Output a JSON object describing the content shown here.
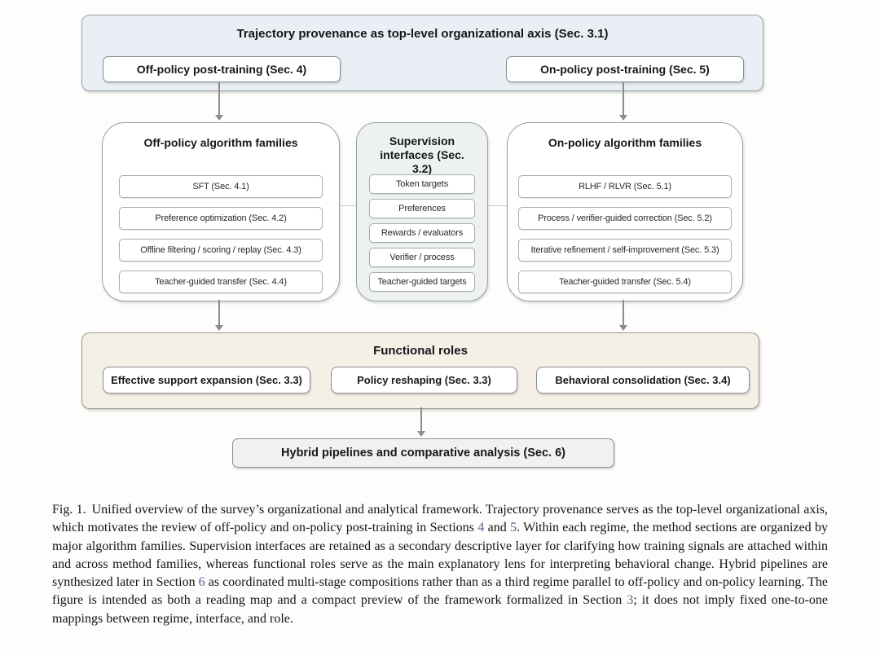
{
  "diagram": {
    "top": {
      "title": "Trajectory provenance as top-level organizational axis (Sec. 3.1)",
      "left_box": "Off-policy post-training (Sec. 4)",
      "right_box": "On-policy post-training (Sec. 5)",
      "bg": "#e9eff5"
    },
    "off_policy": {
      "title": "Off-policy algorithm families",
      "items": [
        "SFT (Sec. 4.1)",
        "Preference optimization (Sec. 4.2)",
        "Offline filtering / scoring / replay (Sec. 4.3)",
        "Teacher-guided transfer (Sec. 4.4)"
      ]
    },
    "supervision": {
      "title": "Supervision interfaces (Sec. 3.2)",
      "items": [
        "Token targets",
        "Preferences",
        "Rewards / evaluators",
        "Verifier / process",
        "Teacher-guided targets"
      ],
      "bg": "#edf2ee"
    },
    "on_policy": {
      "title": "On-policy algorithm families",
      "items": [
        "RLHF / RLVR (Sec. 5.1)",
        "Process / verifier-guided correction (Sec. 5.2)",
        "Iterative refinement / self-improvement (Sec. 5.3)",
        "Teacher-guided transfer (Sec. 5.4)"
      ]
    },
    "functional_roles": {
      "title": "Functional roles",
      "items": [
        "Effective support expansion (Sec. 3.3)",
        "Policy reshaping (Sec. 3.3)",
        "Behavioral consolidation (Sec. 3.4)"
      ],
      "bg": "#f5f0e5"
    },
    "hybrid": {
      "label": "Hybrid pipelines and comparative analysis (Sec. 6)",
      "bg": "#f1f1f0"
    }
  },
  "caption": {
    "label": "Fig. 1.",
    "parts": [
      {
        "t": "Unified overview of the survey’s organizational and analytical framework. Trajectory provenance serves as the top-level organizational axis, which motivates the review of off-policy and on-policy post-training in Sections "
      },
      {
        "t": "4",
        "link": true
      },
      {
        "t": " and "
      },
      {
        "t": "5",
        "link": true
      },
      {
        "t": ". Within each regime, the method sections are organized by major algorithm families. Supervision interfaces are retained as a secondary descriptive layer for clarifying how training signals are attached within and across method families, whereas functional roles serve as the main explanatory lens for interpreting behavioral change. Hybrid pipelines are synthesized later in Section "
      },
      {
        "t": "6",
        "link": true
      },
      {
        "t": " as coordinated multi-stage compositions rather than as a third regime parallel to off-policy and on-policy learning. The figure is intended as both a reading map and a compact preview of the framework formalized in Section "
      },
      {
        "t": "3",
        "link": true
      },
      {
        "t": "; it does not imply fixed one-to-one mappings between regime, interface, and role."
      }
    ]
  },
  "colors": {
    "ref_link": "#6a5490",
    "arrow": "#8c8c8c"
  }
}
